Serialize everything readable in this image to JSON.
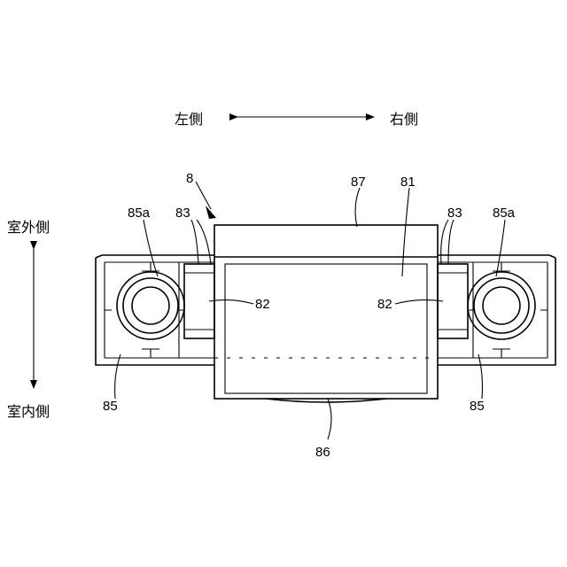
{
  "directions": {
    "left": "左側",
    "right": "右側",
    "outdoor": "室外側",
    "indoor": "室内側"
  },
  "labels": {
    "assembly": "8",
    "body": "81",
    "inner_block": "82",
    "rail": "83",
    "roller_unit": "85",
    "roller": "85a",
    "bottom_plate": "86",
    "top_cover": "87"
  },
  "colors": {
    "line": "#000000",
    "background": "#ffffff"
  }
}
